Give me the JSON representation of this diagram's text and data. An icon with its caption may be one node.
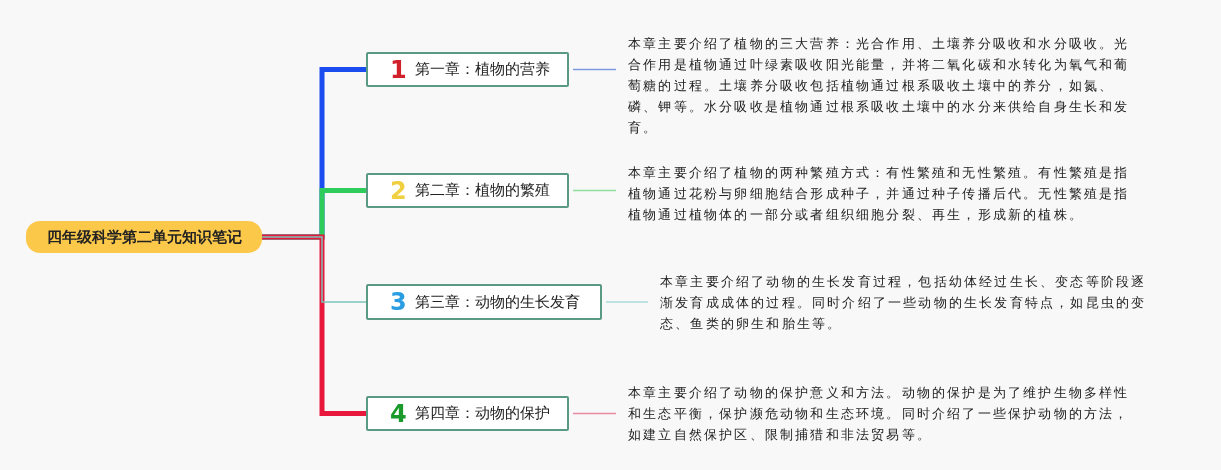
{
  "diagram": {
    "nodes": [
      {
        "text": [
          "四年级科学第二单元知识笔记"
        ]
      },
      {
        "text": [
          "1",
          "第一章：植物的营养"
        ]
      },
      {
        "text": [
          "2",
          "第二章：植物的繁殖"
        ]
      },
      {
        "text": [
          "3",
          "第三章：动物的生长发育"
        ]
      },
      {
        "text": [
          "4",
          "第四章：动物的保护"
        ]
      },
      {
        "text": [
          "本章主要介绍了植物的三大营养：光合作用、土壤养分吸收和水分吸收。光合作用是植物通过叶绿素吸收阳光能量，并将二氧化碳和水转化为氧气和葡萄糖的过程。土壤养分吸收包括植物通过根系吸收土壤中的养分，如氮、磷、钾等。水分吸收是植物通过根系吸收土壤中的水分来供给自身生长和发育。"
        ]
      },
      {
        "text": [
          "本章主要介绍了植物的两种繁殖方式：有性繁殖和无性繁殖。有性繁殖是指植物通过花粉与卵细胞结合形成种子，并通过种子传播后代。无性繁殖是指植物通过植物体的一部分或者组织细胞分裂、再生，形成新的植株。"
        ]
      },
      {
        "text": [
          "本章主要介绍了动物的生长发育过程，包括幼体经过生长、变态等阶段逐渐发育成成体的过程。同时介绍了一些动物的生长发育特点，如昆虫的变态、鱼类的卵生和胎生等。"
        ]
      },
      {
        "text": [
          "本章主要介绍了动物的保护意义和方法。动物的保护是为了维护生物多样性和生态平衡，保护濒危动物和生态环境。同时介绍了一些保护动物的方法，如建立自然保护区、限制捕猎和非法贸易等。"
        ]
      }
    ],
    "edges": [
      {
        "from": 0,
        "to": 1,
        "arrow": "none",
        "style": "thick",
        "color": "#1a4cf0"
      },
      {
        "from": 0,
        "to": 2,
        "arrow": "none",
        "style": "thick",
        "color": "#2ecc5a"
      },
      {
        "from": 0,
        "to": 3,
        "arrow": "none",
        "color": "#7cc4b8"
      },
      {
        "from": 0,
        "to": 4,
        "arrow": "none",
        "style": "thick",
        "color": "#e8183c"
      },
      {
        "from": 1,
        "to": 5,
        "arrow": "none",
        "color": "#7f9be0"
      },
      {
        "from": 2,
        "to": 6,
        "arrow": "none",
        "color": "#8fe0a0"
      },
      {
        "from": 3,
        "to": 7,
        "arrow": "none",
        "color": "#a8dcd8"
      },
      {
        "from": 4,
        "to": 8,
        "arrow": "none",
        "color": "#e88aa0"
      }
    ]
  }
}
